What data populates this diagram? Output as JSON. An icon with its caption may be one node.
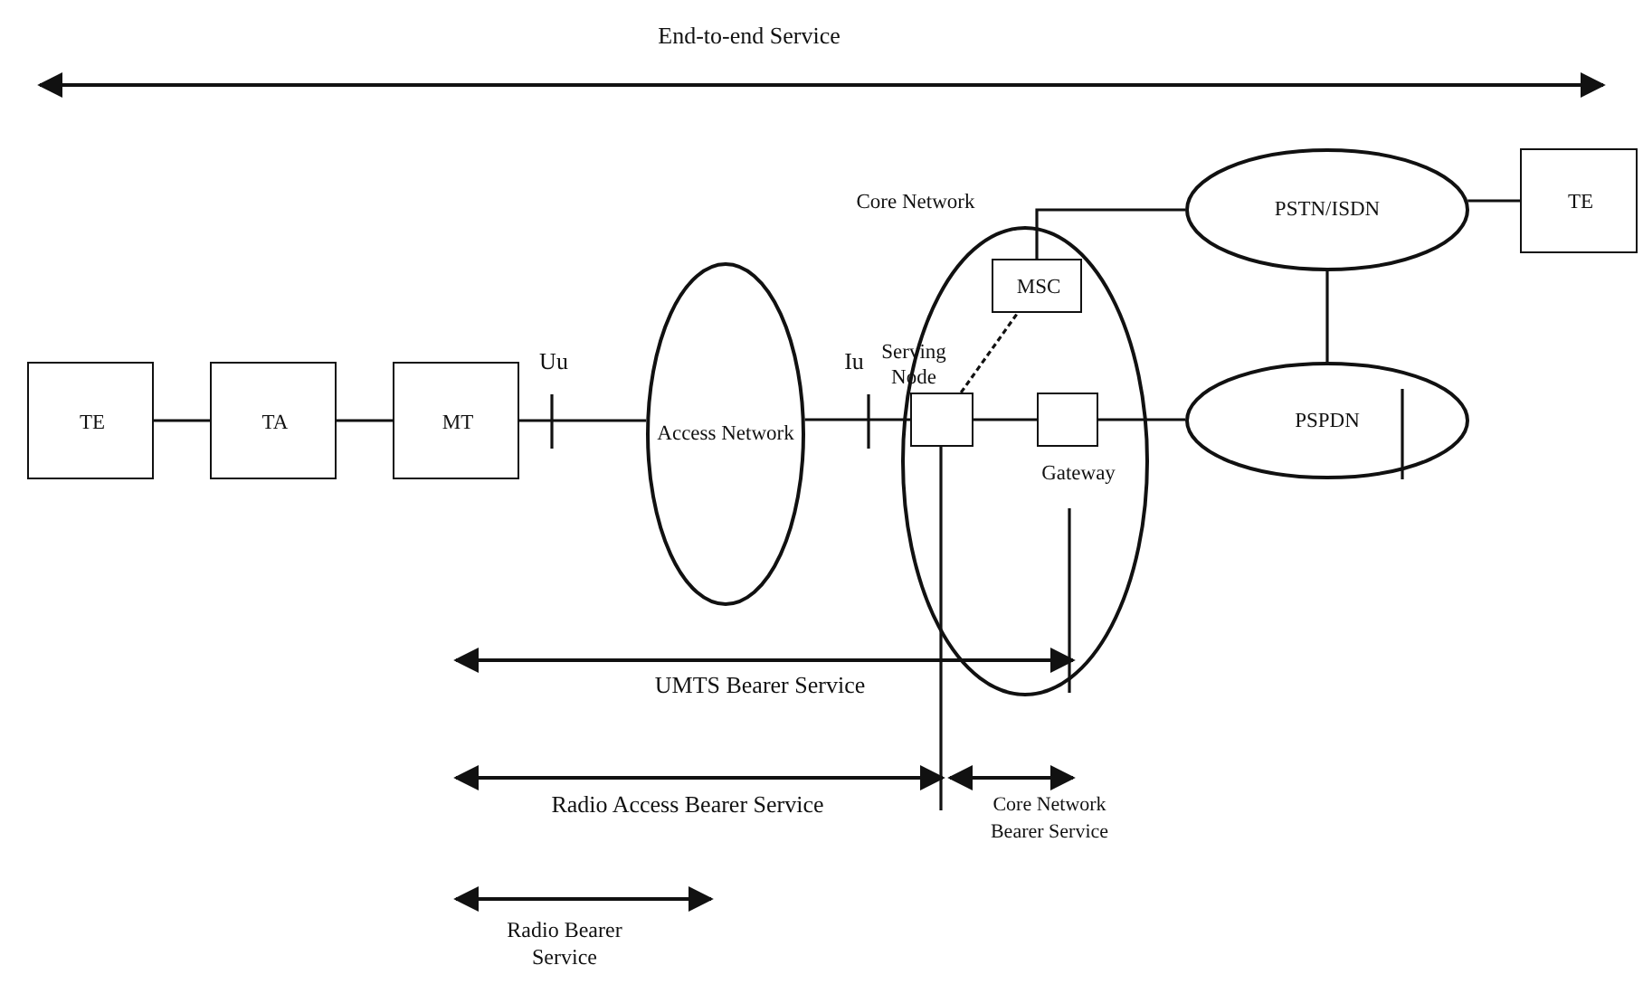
{
  "diagram": {
    "nodes": [
      {
        "text": [
          "TE"
        ]
      },
      {
        "text": [
          "TA"
        ]
      },
      {
        "text": [
          "MT"
        ]
      },
      {
        "text": [
          "Access Network"
        ]
      },
      {
        "text": [
          "Core Network"
        ]
      },
      {
        "text": [
          "MSC"
        ],
        "in": 4
      },
      {
        "text": [
          "Serving Node"
        ],
        "in": 4
      },
      {
        "text": [
          "Gateway"
        ],
        "in": 4
      },
      {
        "text": [
          "PSTN/ISDN"
        ]
      },
      {
        "text": [
          "PSPDN"
        ]
      },
      {
        "text": [
          "TE"
        ]
      }
    ],
    "edges": [
      {
        "from": 0,
        "to": 1,
        "arrow": "none"
      },
      {
        "from": 1,
        "to": 2,
        "arrow": "none"
      },
      {
        "from": 2,
        "to": 3,
        "arrow": "none"
      },
      {
        "from": 3,
        "to": 6,
        "arrow": "none"
      },
      {
        "from": 6,
        "to": 7,
        "arrow": "none"
      },
      {
        "from": 7,
        "to": 9,
        "arrow": "none"
      },
      {
        "from": 6,
        "to": 5,
        "arrow": "none",
        "style": "dashed"
      },
      {
        "from": 5,
        "to": 8,
        "arrow": "none"
      },
      {
        "from": 8,
        "to": 9,
        "arrow": "none"
      },
      {
        "from": 8,
        "to": 10,
        "arrow": "none"
      }
    ],
    "labels": [
      "End-to-end Service",
      "Uu",
      "Iu",
      "UMTS Bearer Service",
      "Radio Access Bearer Service",
      "Core Network Bearer Service",
      "Radio Bearer Service"
    ]
  }
}
